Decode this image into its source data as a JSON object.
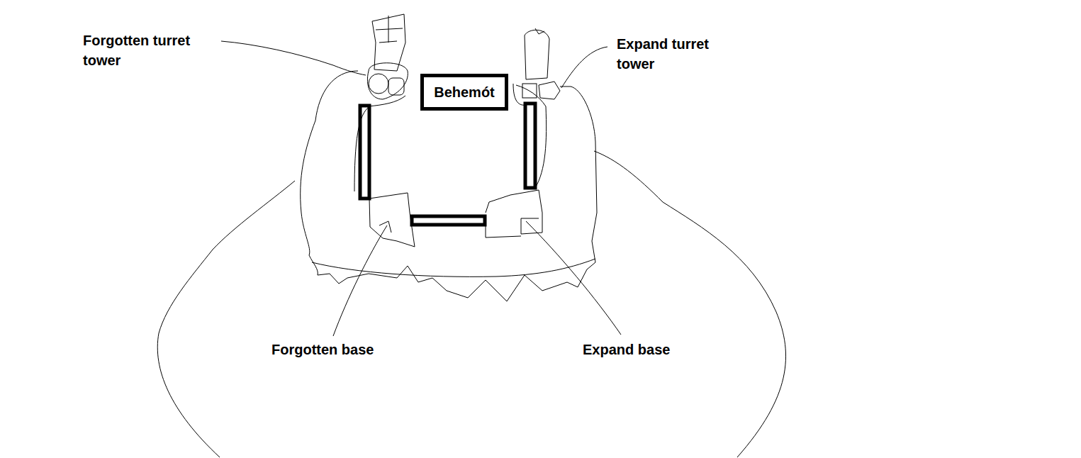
{
  "diagram": {
    "nodes": [
      {
        "text": [
          "Behemót"
        ]
      }
    ],
    "labels": [
      "Forgotten turret tower",
      "Expand turret tower",
      "Forgotten base",
      "Expand base"
    ]
  }
}
